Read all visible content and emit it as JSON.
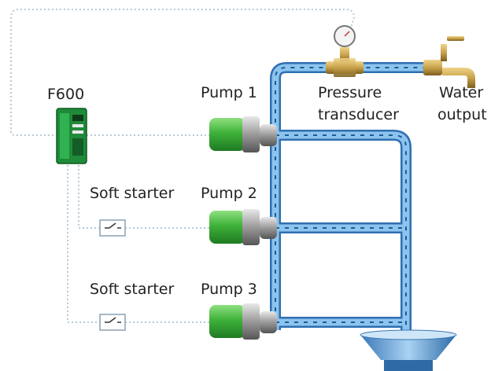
{
  "labels": {
    "drive": "F600",
    "pump1": "Pump 1",
    "pump2": "Pump 2",
    "pump3": "Pump 3",
    "soft_starter_2": "Soft starter",
    "soft_starter_3": "Soft starter",
    "transducer_line1": "Pressure",
    "transducer_line2": "transducer",
    "output_line1": "Water",
    "output_line2": "output"
  },
  "colors": {
    "pipe": "#7ab6e6",
    "pipe_edge": "#2f6fb1",
    "pump_green": "#3fb23a",
    "wire": "#b9c9d6",
    "brass": "#c8a24a",
    "drive_green": "#1f8a3a"
  }
}
